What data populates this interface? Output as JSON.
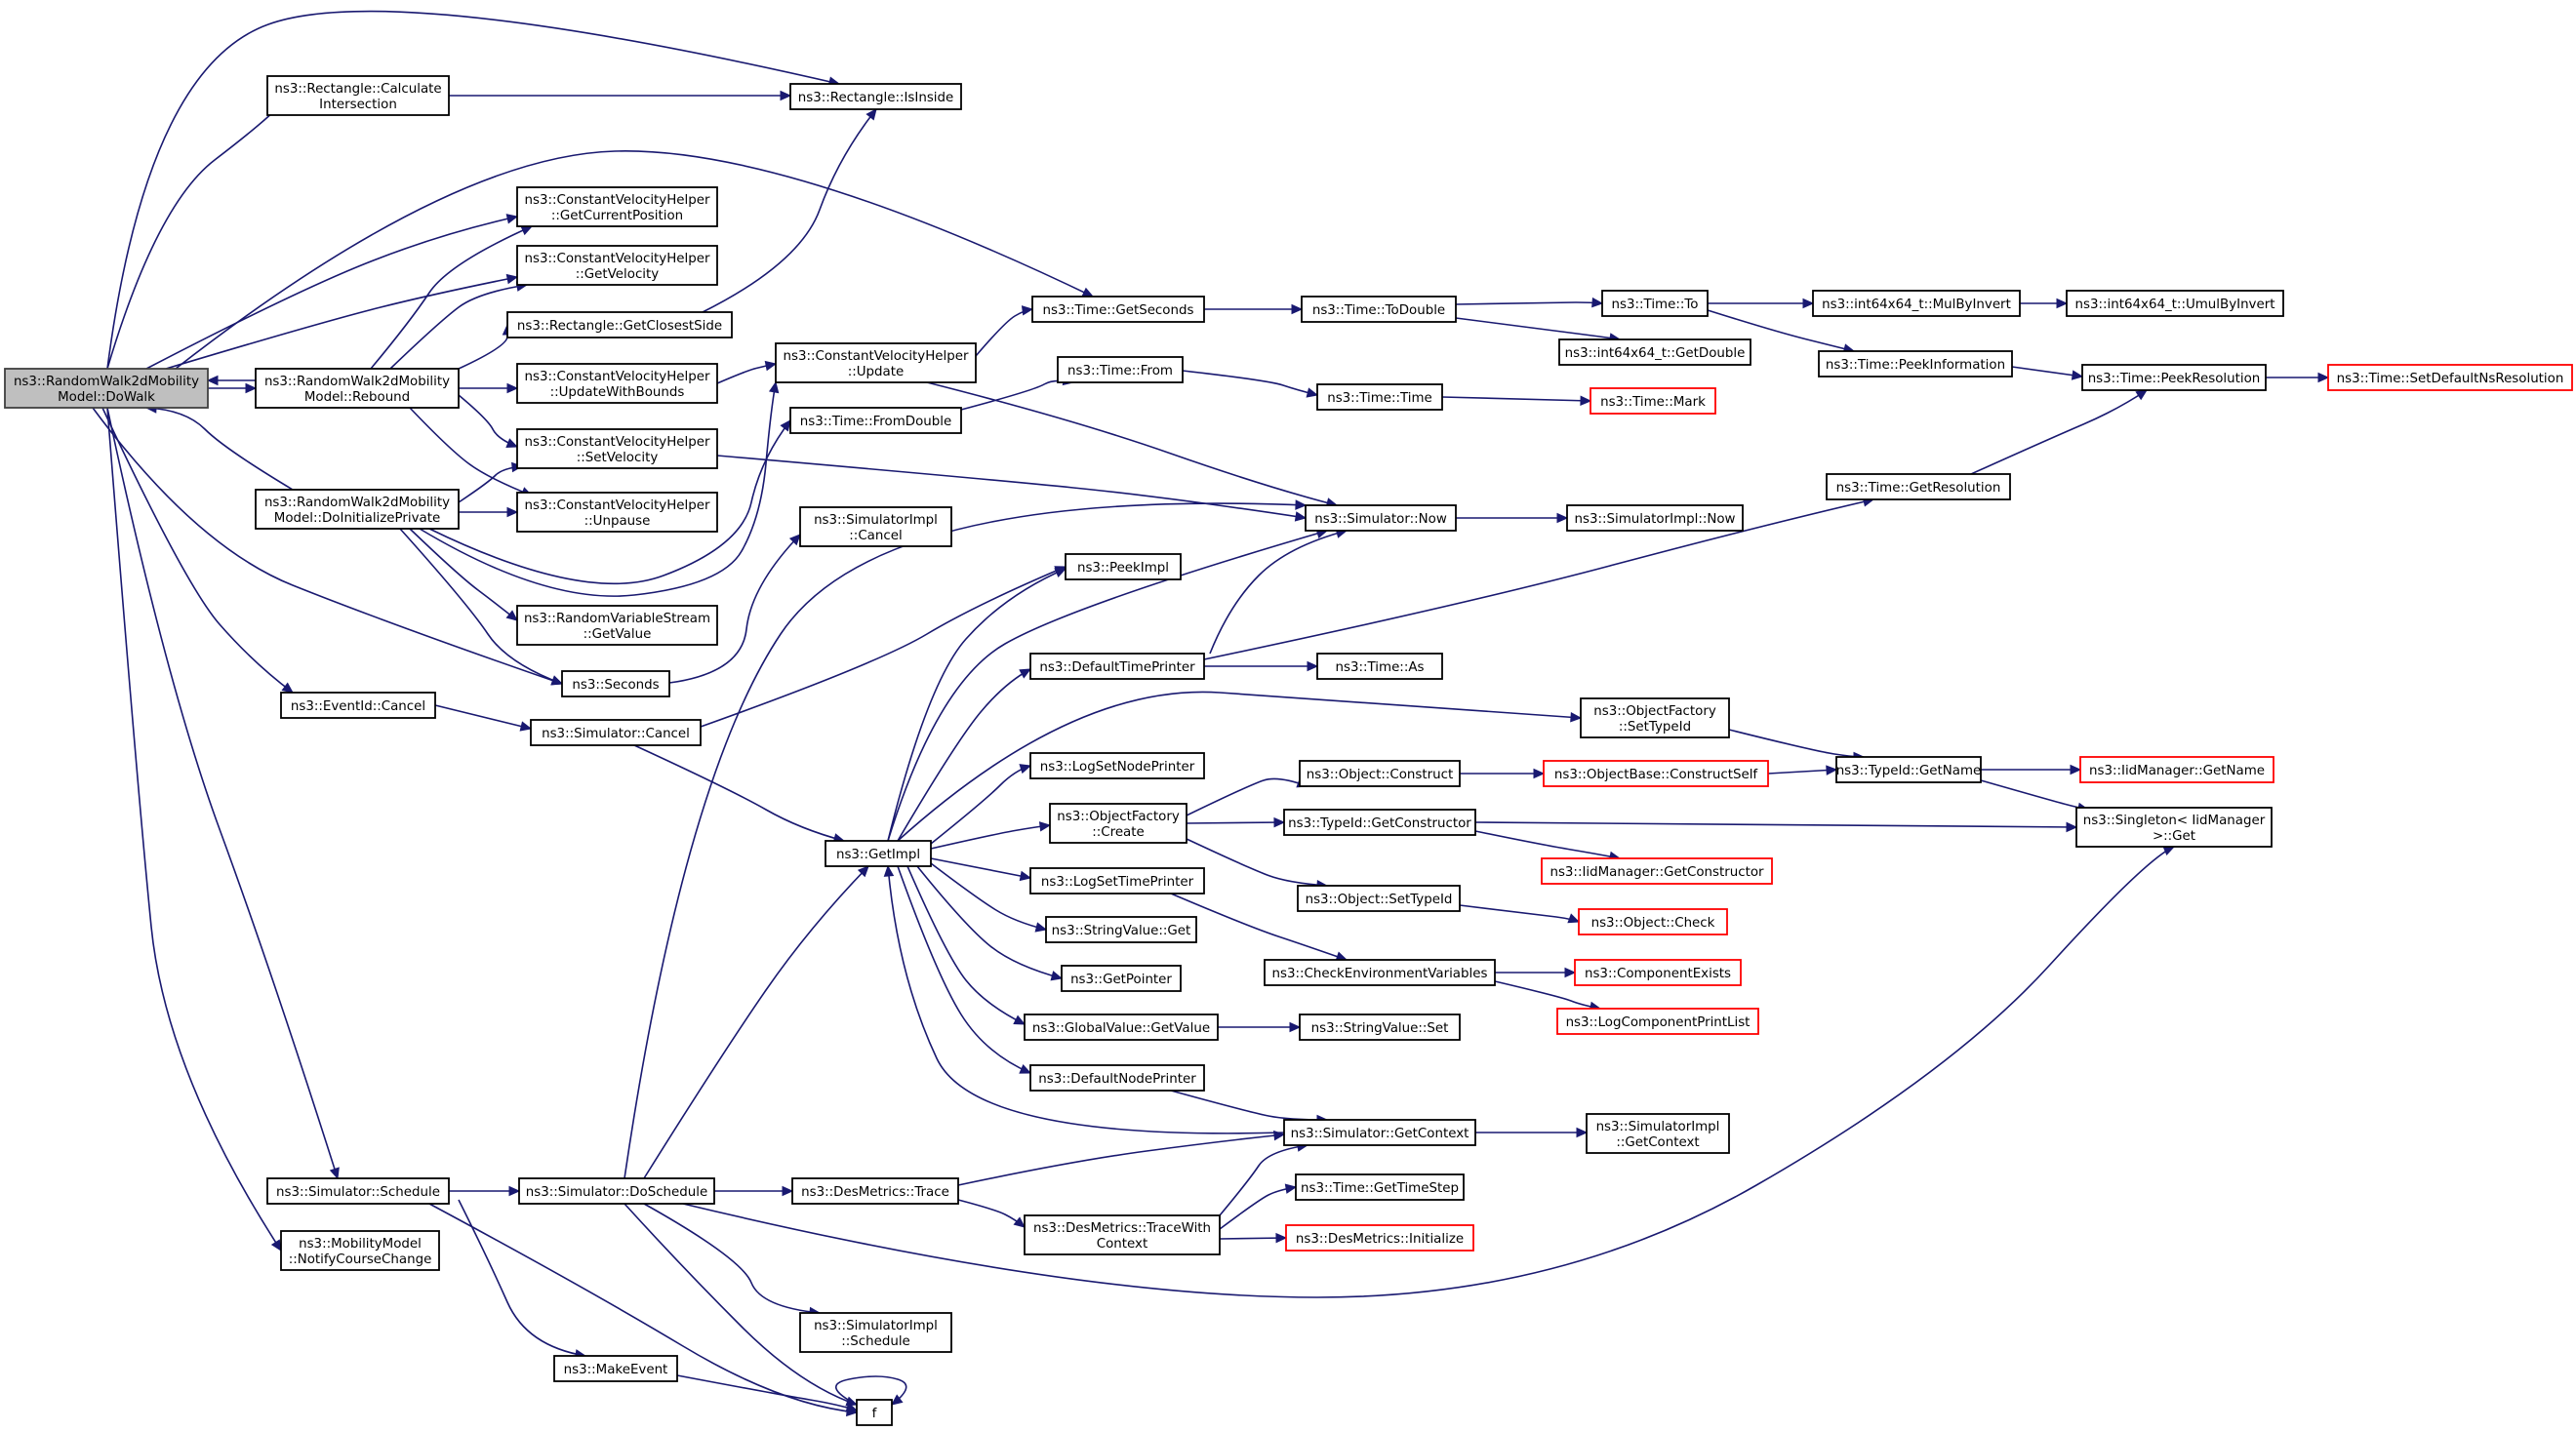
{
  "nodes": [
    {
      "id": "dowalk",
      "lines": [
        "ns3::RandomWalk2dMobility",
        "Model::DoWalk"
      ],
      "style": "root"
    },
    {
      "id": "calcint",
      "lines": [
        "ns3::Rectangle::Calculate",
        "Intersection"
      ]
    },
    {
      "id": "isinside",
      "lines": [
        "ns3::Rectangle::IsInside"
      ]
    },
    {
      "id": "getcurpos",
      "lines": [
        "ns3::ConstantVelocityHelper",
        "::GetCurrentPosition"
      ]
    },
    {
      "id": "getvel",
      "lines": [
        "ns3::ConstantVelocityHelper",
        "::GetVelocity"
      ]
    },
    {
      "id": "getclosest",
      "lines": [
        "ns3::Rectangle::GetClosestSide"
      ]
    },
    {
      "id": "rebound",
      "lines": [
        "ns3::RandomWalk2dMobility",
        "Model::Rebound"
      ]
    },
    {
      "id": "updbounds",
      "lines": [
        "ns3::ConstantVelocityHelper",
        "::UpdateWithBounds"
      ]
    },
    {
      "id": "setvel",
      "lines": [
        "ns3::ConstantVelocityHelper",
        "::SetVelocity"
      ]
    },
    {
      "id": "doinit",
      "lines": [
        "ns3::RandomWalk2dMobility",
        "Model::DoInitializePrivate"
      ]
    },
    {
      "id": "unpause",
      "lines": [
        "ns3::ConstantVelocityHelper",
        "::Unpause"
      ]
    },
    {
      "id": "rvsget",
      "lines": [
        "ns3::RandomVariableStream",
        "::GetValue"
      ]
    },
    {
      "id": "seconds",
      "lines": [
        "ns3::Seconds"
      ]
    },
    {
      "id": "evcancel",
      "lines": [
        "ns3::EventId::Cancel"
      ]
    },
    {
      "id": "simcancel",
      "lines": [
        "ns3::Simulator::Cancel"
      ]
    },
    {
      "id": "simschedule",
      "lines": [
        "ns3::Simulator::Schedule"
      ]
    },
    {
      "id": "notify",
      "lines": [
        "ns3::MobilityModel",
        "::NotifyCourseChange"
      ]
    },
    {
      "id": "doschedule",
      "lines": [
        "ns3::Simulator::DoSchedule"
      ]
    },
    {
      "id": "makeevent",
      "lines": [
        "ns3::MakeEvent"
      ]
    },
    {
      "id": "f",
      "lines": [
        "f"
      ]
    },
    {
      "id": "cvhupdate",
      "lines": [
        "ns3::ConstantVelocityHelper",
        "::Update"
      ]
    },
    {
      "id": "fromdouble",
      "lines": [
        "ns3::Time::FromDouble"
      ]
    },
    {
      "id": "simimplcancel",
      "lines": [
        "ns3::SimulatorImpl",
        "::Cancel"
      ]
    },
    {
      "id": "peekimpl",
      "lines": [
        "ns3::PeekImpl"
      ]
    },
    {
      "id": "dtp",
      "lines": [
        "ns3::DefaultTimePrinter"
      ]
    },
    {
      "id": "getimpl",
      "lines": [
        "ns3::GetImpl"
      ]
    },
    {
      "id": "lsnp",
      "lines": [
        "ns3::LogSetNodePrinter"
      ]
    },
    {
      "id": "ofcreate",
      "lines": [
        "ns3::ObjectFactory",
        "::Create"
      ]
    },
    {
      "id": "lstp",
      "lines": [
        "ns3::LogSetTimePrinter"
      ]
    },
    {
      "id": "svget",
      "lines": [
        "ns3::StringValue::Get"
      ]
    },
    {
      "id": "getpointer",
      "lines": [
        "ns3::GetPointer"
      ]
    },
    {
      "id": "gvget",
      "lines": [
        "ns3::GlobalValue::GetValue"
      ]
    },
    {
      "id": "dnp",
      "lines": [
        "ns3::DefaultNodePrinter"
      ]
    },
    {
      "id": "destrace",
      "lines": [
        "ns3::DesMetrics::Trace"
      ]
    },
    {
      "id": "destracectx",
      "lines": [
        "ns3::DesMetrics::TraceWith",
        "Context"
      ]
    },
    {
      "id": "simimplsched",
      "lines": [
        "ns3::SimulatorImpl",
        "::Schedule"
      ]
    },
    {
      "id": "getseconds",
      "lines": [
        "ns3::Time::GetSeconds"
      ]
    },
    {
      "id": "timefrom",
      "lines": [
        "ns3::Time::From"
      ]
    },
    {
      "id": "todouble",
      "lines": [
        "ns3::Time::ToDouble"
      ]
    },
    {
      "id": "timetime",
      "lines": [
        "ns3::Time::Time"
      ]
    },
    {
      "id": "simnow",
      "lines": [
        "ns3::Simulator::Now"
      ]
    },
    {
      "id": "timeas",
      "lines": [
        "ns3::Time::As"
      ]
    },
    {
      "id": "construct",
      "lines": [
        "ns3::Object::Construct"
      ]
    },
    {
      "id": "getctor",
      "lines": [
        "ns3::TypeId::GetConstructor"
      ]
    },
    {
      "id": "objsettypeid",
      "lines": [
        "ns3::Object::SetTypeId"
      ]
    },
    {
      "id": "checkenv",
      "lines": [
        "ns3::CheckEnvironmentVariables"
      ]
    },
    {
      "id": "svset",
      "lines": [
        "ns3::StringValue::Set"
      ]
    },
    {
      "id": "getctx",
      "lines": [
        "ns3::Simulator::GetContext"
      ]
    },
    {
      "id": "gettimestep",
      "lines": [
        "ns3::Time::GetTimeStep"
      ]
    },
    {
      "id": "desinit",
      "lines": [
        "ns3::DesMetrics::Initialize"
      ],
      "style": "red"
    },
    {
      "id": "timeto",
      "lines": [
        "ns3::Time::To"
      ]
    },
    {
      "id": "int64getdouble",
      "lines": [
        "ns3::int64x64_t::GetDouble"
      ]
    },
    {
      "id": "timemark",
      "lines": [
        "ns3::Time::Mark"
      ],
      "style": "red"
    },
    {
      "id": "simimplnow",
      "lines": [
        "ns3::SimulatorImpl::Now"
      ]
    },
    {
      "id": "ofsettypeid",
      "lines": [
        "ns3::ObjectFactory",
        "::SetTypeId"
      ]
    },
    {
      "id": "obcself",
      "lines": [
        "ns3::ObjectBase::ConstructSelf"
      ],
      "style": "red"
    },
    {
      "id": "iidgetctor",
      "lines": [
        "ns3::IidManager::GetConstructor"
      ],
      "style": "red"
    },
    {
      "id": "objcheck",
      "lines": [
        "ns3::Object::Check"
      ],
      "style": "red"
    },
    {
      "id": "compexists",
      "lines": [
        "ns3::ComponentExists"
      ],
      "style": "red"
    },
    {
      "id": "logcpl",
      "lines": [
        "ns3::LogComponentPrintList"
      ],
      "style": "red"
    },
    {
      "id": "simimplgetctx",
      "lines": [
        "ns3::SimulatorImpl",
        "::GetContext"
      ]
    },
    {
      "id": "mulbyinvert",
      "lines": [
        "ns3::int64x64_t::MulByInvert"
      ]
    },
    {
      "id": "peekinfo",
      "lines": [
        "ns3::Time::PeekInformation"
      ]
    },
    {
      "id": "getres",
      "lines": [
        "ns3::Time::GetResolution"
      ]
    },
    {
      "id": "typeidgetname",
      "lines": [
        "ns3::TypeId::GetName"
      ]
    },
    {
      "id": "umulbyinvert",
      "lines": [
        "ns3::int64x64_t::UmulByInvert"
      ]
    },
    {
      "id": "peekres",
      "lines": [
        "ns3::Time::PeekResolution"
      ]
    },
    {
      "id": "iidgetname",
      "lines": [
        "ns3::IidManager::GetName"
      ],
      "style": "red"
    },
    {
      "id": "singleton",
      "lines": [
        "ns3::Singleton< IidManager",
        " >::Get"
      ]
    },
    {
      "id": "setdefres",
      "lines": [
        "ns3::Time::SetDefaultNsResolution"
      ],
      "style": "red"
    }
  ]
}
